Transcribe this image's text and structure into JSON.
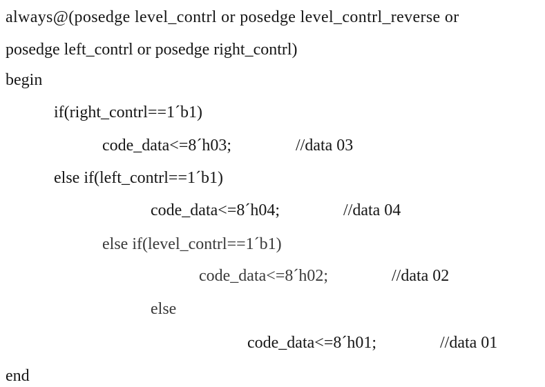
{
  "code": {
    "line1": "always@(posedge level_contrl or posedge level_contrl_reverse or",
    "line2": "posedge left_contrl or posedge right_contrl)",
    "line3": "begin",
    "line4": "if(right_contrl==1´b1)",
    "line5_code": "code_data<=8´h03;",
    "line5_comment": "//data 03",
    "line6": "else if(left_contrl==1´b1)",
    "line7_code": "code_data<=8´h04;",
    "line7_comment": "//data 04",
    "line8": "else if(level_contrl==1´b1)",
    "line9_code": "code_data<=8´h02;",
    "line9_comment": "//data 02",
    "line10": "else",
    "line11_code": "code_data<=8´h01;",
    "line11_comment": "//data 01",
    "line12": "end"
  }
}
